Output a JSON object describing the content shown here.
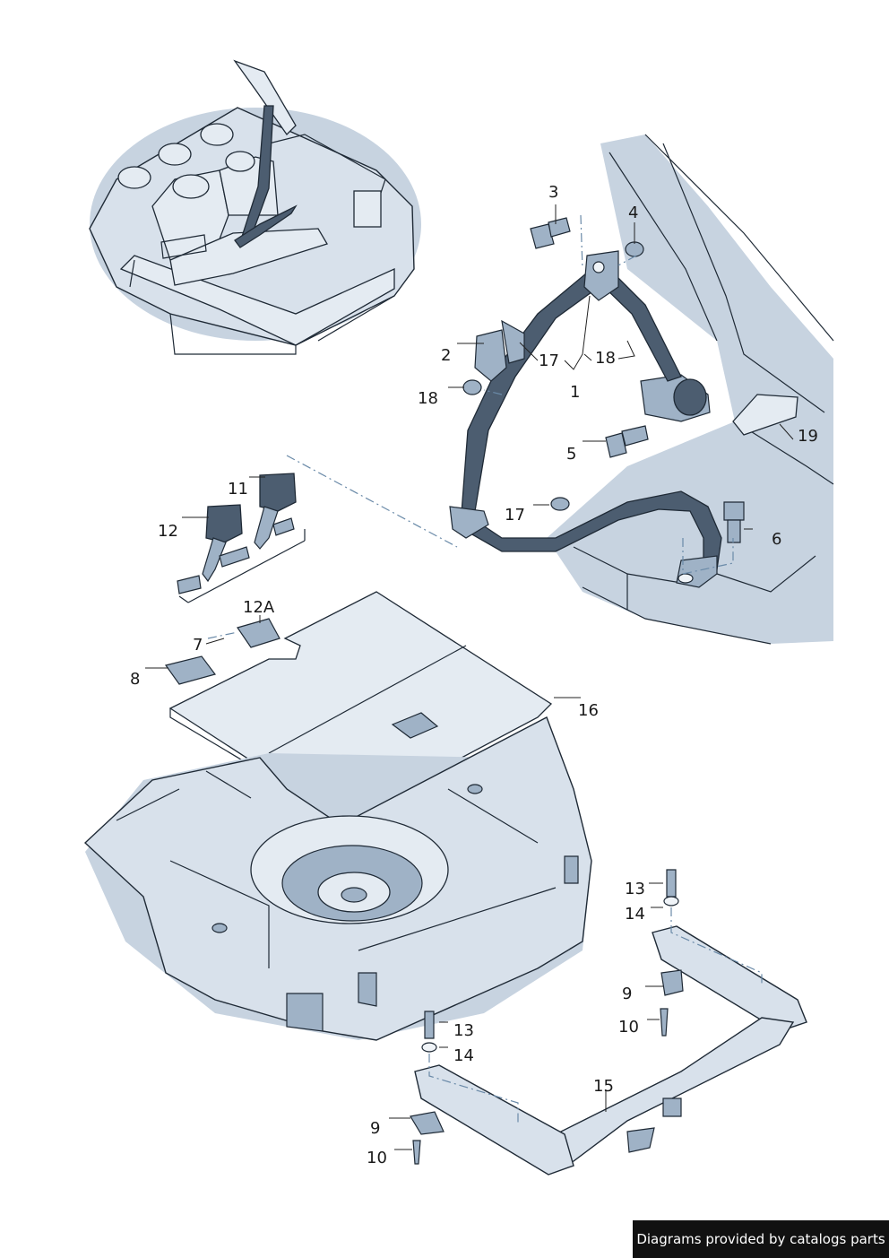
{
  "callouts": {
    "c1": "1",
    "c2": "2",
    "c3": "3",
    "c4": "4",
    "c5": "5",
    "c6": "6",
    "c7": "7",
    "c8": "8",
    "c9a": "9",
    "c9b": "9",
    "c10a": "10",
    "c10b": "10",
    "c11": "11",
    "c12": "12",
    "c12a": "12A",
    "c13a": "13",
    "c13b": "13",
    "c14a": "14",
    "c14b": "14",
    "c15": "15",
    "c16": "16",
    "c17a": "17",
    "c17b": "17",
    "c18a": "18",
    "c18b": "18",
    "c19": "19"
  },
  "credit": "Diagrams provided by catalogs parts",
  "colors": {
    "body_fill": "#d8e1eb",
    "shadow_fill": "#c7d3e0",
    "belt_dark": "#4c5d70",
    "outline": "#1f2a36",
    "credit_bg": "#111111"
  }
}
